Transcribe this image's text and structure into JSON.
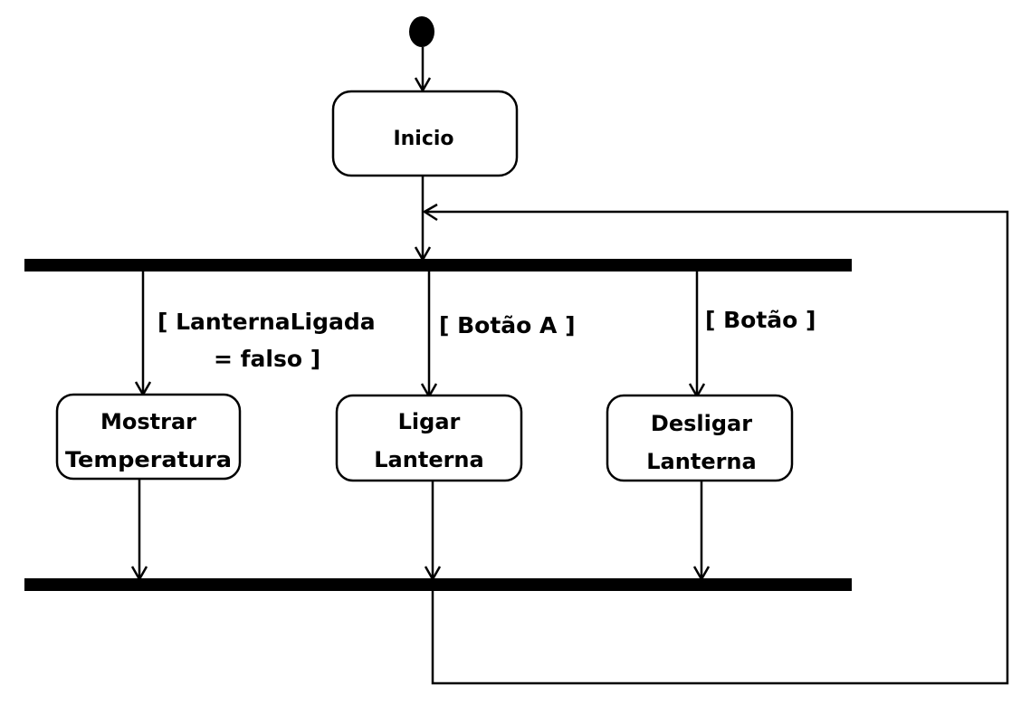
{
  "diagram": {
    "type": "uml-activity",
    "colors": {
      "stroke": "#000000",
      "background": "#ffffff"
    },
    "nodes": {
      "start": {
        "kind": "initial-node"
      },
      "inicio": {
        "label": "Inicio"
      },
      "mostrar": {
        "line1": "Mostrar",
        "line2": "Temperatura"
      },
      "ligar": {
        "line1": "Ligar",
        "line2": "Lanterna"
      },
      "desligar": {
        "line1": "Desligar",
        "line2": "Lanterna"
      },
      "fork": {
        "kind": "fork-bar"
      },
      "join": {
        "kind": "join-bar"
      }
    },
    "guards": {
      "mostrar_line1": "[ LanternaLigada",
      "mostrar_line2": "= falso ]",
      "ligar": "[ Botão A ]",
      "desligar": "[ Botão ]"
    },
    "edges": [
      {
        "from": "start",
        "to": "inicio"
      },
      {
        "from": "inicio",
        "to": "fork"
      },
      {
        "from": "fork",
        "to": "mostrar",
        "guard": "[ LanternaLigada = falso ]"
      },
      {
        "from": "fork",
        "to": "ligar",
        "guard": "[ Botão A ]"
      },
      {
        "from": "fork",
        "to": "desligar",
        "guard": "[ Botão ]"
      },
      {
        "from": "mostrar",
        "to": "join"
      },
      {
        "from": "ligar",
        "to": "join"
      },
      {
        "from": "desligar",
        "to": "join"
      },
      {
        "from": "join",
        "to": "fork",
        "kind": "loop-back"
      }
    ]
  }
}
